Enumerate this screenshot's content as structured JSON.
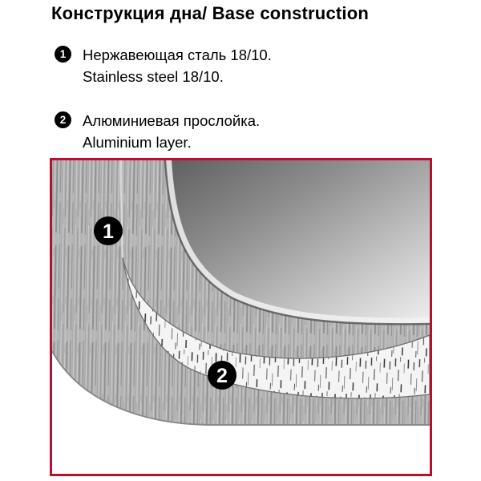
{
  "colors": {
    "accent": "#b90f2f",
    "steel_base": "#b5b5b5",
    "aluminium_base": "#f4f4f4",
    "badge_bg": "#000000",
    "badge_text": "#ffffff"
  },
  "title": "Конструкция дна/ Base construction",
  "legend": [
    {
      "num": "1",
      "line1": "Нержавеющая сталь 18/10.",
      "line2": "Stainless steel 18/10."
    },
    {
      "num": "2",
      "line1": "Алюминиевая прослойка.",
      "line2": "Aluminium layer."
    }
  ],
  "diagram": {
    "badges": [
      {
        "num": "1"
      },
      {
        "num": "2"
      }
    ]
  }
}
